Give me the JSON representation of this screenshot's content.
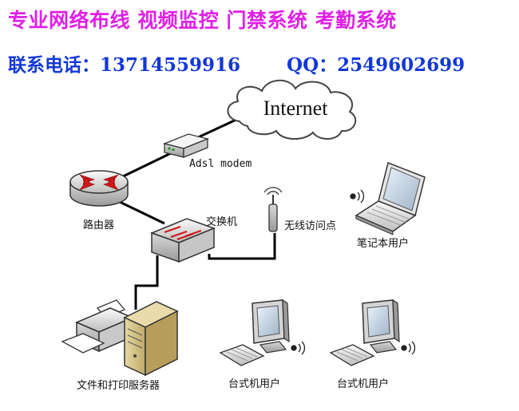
{
  "header": {
    "services": "专业网络布线 视频监控 门禁系统 考勤系统",
    "phone_label": "联系电话：",
    "phone_number": "13714559916",
    "qq_label": "QQ：",
    "qq_number": "2549602699"
  },
  "diagram": {
    "internet": "Internet",
    "modem": "Adsl modem",
    "router": "路由器",
    "switch": "交换机",
    "access_point": "无线访问点",
    "laptop": "笔记本用户",
    "server": "文件和打印服务器",
    "desktop_1": "台式机用户",
    "desktop_2": "台式机用户"
  },
  "colors": {
    "services_text": "#e020e6",
    "contact_text": "#1238d8",
    "router_arrows": "#d01818",
    "link_line": "#000000"
  },
  "icons": [
    "cloud-icon",
    "modem-icon",
    "router-icon",
    "switch-icon",
    "antenna-icon",
    "laptop-icon",
    "printer-icon",
    "server-icon",
    "monitor-icon",
    "keyboard-icon",
    "speaker-icon"
  ]
}
